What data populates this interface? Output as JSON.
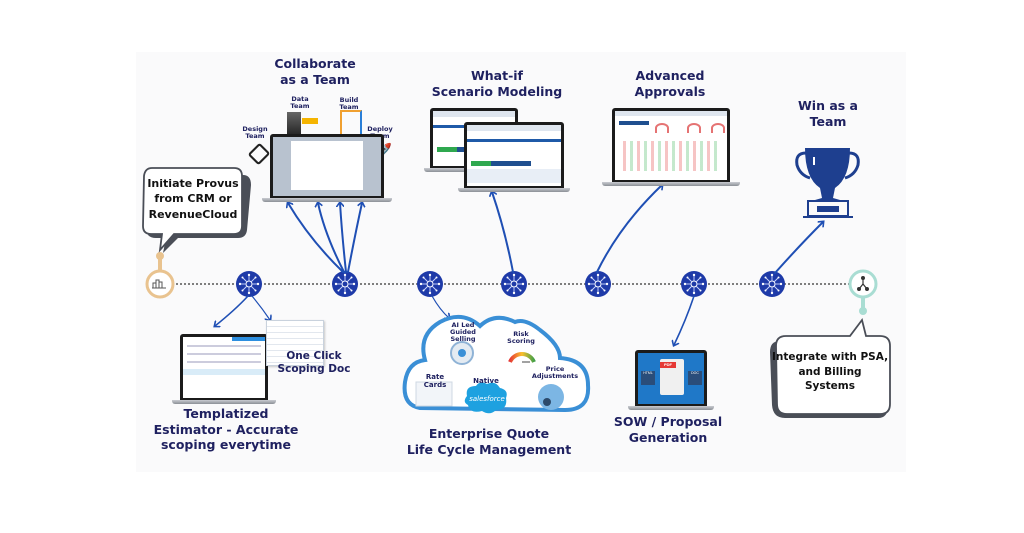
{
  "diagram": {
    "title": "Provus quote-to-cash journey",
    "colors": {
      "primary_navy": "#1f2160",
      "node_blue": "#1e3aa8",
      "arrow_blue": "#1f4fb4",
      "start_node": "#e9c38f",
      "end_node": "#a9ddd3",
      "bubble_border": "#4a4e57",
      "cloud_blue": "#3a8fd6",
      "trophy_blue": "#1e3f8f"
    },
    "start": {
      "icon": "bar-chart-icon",
      "bubble_text": [
        "Initiate Provus",
        "from CRM or",
        "RevenueCloud"
      ]
    },
    "end": {
      "icon": "network-hub-icon",
      "bubble_text": [
        "Integrate with PSA,",
        "and Billing",
        "Systems"
      ]
    },
    "timeline_nodes": [
      {
        "id": "estimator",
        "icon": "network-hub-icon"
      },
      {
        "id": "collaborate",
        "icon": "network-hub-icon"
      },
      {
        "id": "cpq",
        "icon": "network-hub-icon"
      },
      {
        "id": "whatif",
        "icon": "network-hub-icon"
      },
      {
        "id": "approvals",
        "icon": "network-hub-icon"
      },
      {
        "id": "sow",
        "icon": "network-hub-icon"
      },
      {
        "id": "win",
        "icon": "network-hub-icon"
      }
    ],
    "stages": {
      "collaborate": {
        "title": [
          "Collaborate",
          "as a Team"
        ],
        "teams": [
          "Design Team",
          "Data Team",
          "Build Team",
          "Deploy Team"
        ]
      },
      "whatif": {
        "title": [
          "What-if",
          "Scenario Modeling"
        ]
      },
      "approvals": {
        "title": [
          "Advanced",
          "Approvals"
        ]
      },
      "win": {
        "title": [
          "Win as a",
          "Team"
        ],
        "icon": "trophy-icon"
      },
      "estimator": {
        "title": [
          "Templatized",
          "Estimator - Accurate",
          "scoping everytime"
        ],
        "doc_label": [
          "One Click",
          "Scoping Doc"
        ]
      },
      "cpq": {
        "title": [
          "Enterprise Quote",
          "Life Cycle Management"
        ],
        "features": {
          "ai": [
            "AI Led",
            "Guided Selling"
          ],
          "risk": [
            "Risk",
            "Scoring"
          ],
          "rate": "Rate Cards",
          "native": "Native",
          "salesforce": "salesforce",
          "price": [
            "Price",
            "Adjustments"
          ]
        }
      },
      "sow": {
        "title": [
          "SOW / Proposal",
          "Generation"
        ],
        "formats": [
          "PDF",
          "HTML",
          "DOC"
        ]
      }
    }
  }
}
